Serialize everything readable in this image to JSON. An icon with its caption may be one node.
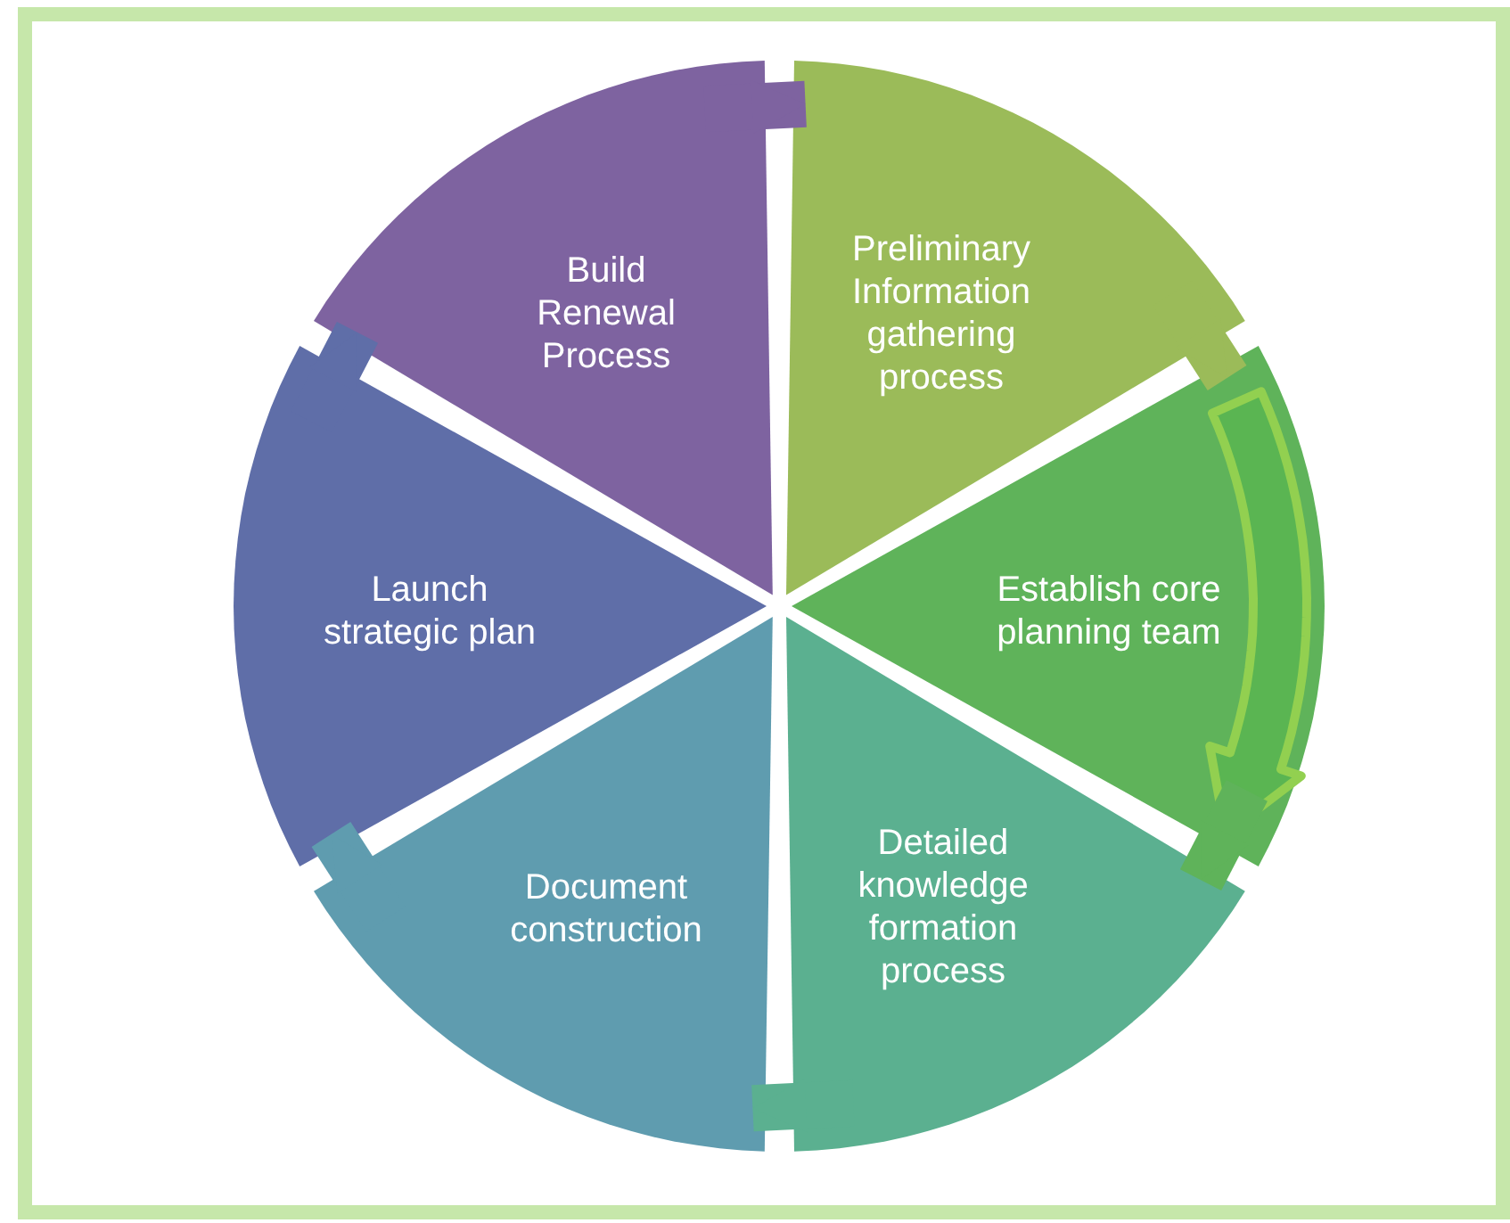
{
  "diagram": {
    "nodes": [
      {
        "text": [
          "Preliminary Information gathering process"
        ]
      },
      {
        "text": [
          "Establish core planning team"
        ]
      },
      {
        "text": [
          "Detailed knowledge formation process"
        ]
      },
      {
        "text": [
          "Document construction"
        ]
      },
      {
        "text": [
          "Launch strategic plan"
        ]
      },
      {
        "text": [
          "Build Renewal Process"
        ]
      }
    ],
    "edges": [
      {
        "from": 0,
        "to": 1,
        "arrow": "to"
      },
      {
        "from": 1,
        "to": 2,
        "arrow": "to"
      },
      {
        "from": 2,
        "to": 3,
        "arrow": "to"
      },
      {
        "from": 3,
        "to": 4,
        "arrow": "to"
      },
      {
        "from": 4,
        "to": 5,
        "arrow": "to"
      },
      {
        "from": 5,
        "to": 0,
        "arrow": "to"
      }
    ]
  }
}
